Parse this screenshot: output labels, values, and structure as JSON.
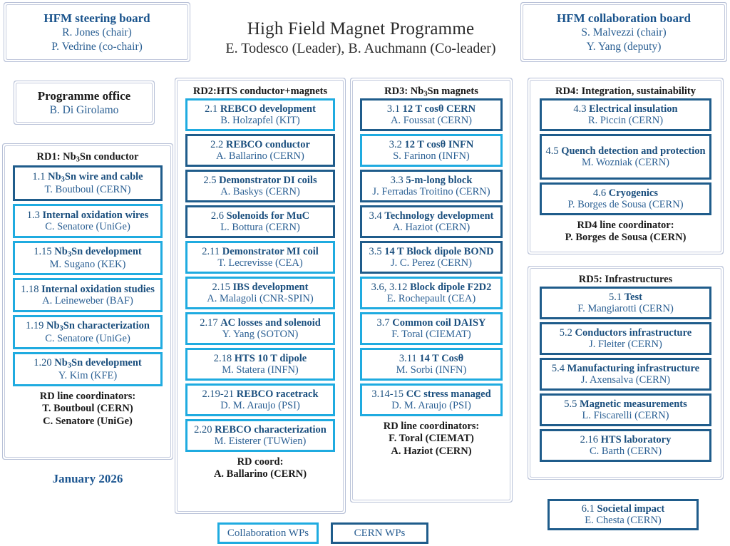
{
  "title": {
    "line1": "High Field Magnet Programme",
    "line2": "E. Todesco (Leader), B. Auchmann (Co-leader)"
  },
  "date_label": "January 2026",
  "steering_board": {
    "heading": "HFM steering board",
    "members": [
      "R. Jones (chair)",
      "P. Vedrine (co-chair)"
    ]
  },
  "collaboration_board": {
    "heading": "HFM collaboration board",
    "members": [
      "S. Malvezzi (chair)",
      "Y. Yang (deputy)"
    ]
  },
  "programme_office": {
    "heading": "Programme office",
    "members": [
      "B. Di Girolamo"
    ]
  },
  "legend": {
    "collaboration": "Collaboration WPs",
    "cern": "CERN WPs"
  },
  "rd1": {
    "header_pre": "RD1: Nb",
    "header_sub": "3",
    "header_post": "Sn conductor",
    "items": [
      {
        "num": "1.1 ",
        "title_pre": "Nb",
        "title_sub": "3",
        "title_post": "Sn wire and cable",
        "person": "T. Boutboul (CERN)",
        "style": "cern"
      },
      {
        "num": "1.3 ",
        "title_pre": "Internal oxidation wires",
        "title_sub": "",
        "title_post": "",
        "person": "C. Senatore (UniGe)",
        "style": "collab"
      },
      {
        "num": "1.15 ",
        "title_pre": "Nb",
        "title_sub": "3",
        "title_post": "Sn development",
        "person": "M. Sugano (KEK)",
        "style": "collab"
      },
      {
        "num": "1.18 ",
        "title_pre": "Internal oxidation studies",
        "title_sub": "",
        "title_post": "",
        "person": "A. Leineweber (BAF)",
        "style": "collab"
      },
      {
        "num": "1.19 ",
        "title_pre": "Nb",
        "title_sub": "3",
        "title_post": "Sn characterization",
        "person": "C. Senatore (UniGe)",
        "style": "collab"
      },
      {
        "num": "1.20 ",
        "title_pre": "Nb",
        "title_sub": "3",
        "title_post": "Sn development",
        "person": "Y. Kim (KFE)",
        "style": "collab"
      }
    ],
    "coordinators": [
      "RD line coordinators:",
      "T. Boutboul (CERN)",
      "C. Senatore (UniGe)"
    ]
  },
  "rd2": {
    "header_pre": "RD2:HTS conductor+magnets",
    "header_sub": "",
    "header_post": "",
    "items": [
      {
        "num": "2.1 ",
        "title_pre": "REBCO development",
        "title_sub": "",
        "title_post": "",
        "person": "B. Holzapfel (KIT)",
        "style": "collab"
      },
      {
        "num": "2.2 ",
        "title_pre": "REBCO conductor",
        "title_sub": "",
        "title_post": "",
        "person": "A. Ballarino (CERN)",
        "style": "cern"
      },
      {
        "num": "2.5 ",
        "title_pre": "Demonstrator DI coils",
        "title_sub": "",
        "title_post": "",
        "person": "A. Baskys (CERN)",
        "style": "cern"
      },
      {
        "num": "2.6 ",
        "title_pre": "Solenoids for MuC",
        "title_sub": "",
        "title_post": "",
        "person": "L. Bottura (CERN)",
        "style": "cern"
      },
      {
        "num": "2.11 ",
        "title_pre": "Demonstrator MI coil",
        "title_sub": "",
        "title_post": "",
        "person": "T. Lecrevisse (CEA)",
        "style": "collab"
      },
      {
        "num": "2.15 ",
        "title_pre": "IBS development",
        "title_sub": "",
        "title_post": "",
        "person": "A. Malagoli (CNR-SPIN)",
        "style": "collab"
      },
      {
        "num": "2.17 ",
        "title_pre": "AC losses and solenoid",
        "title_sub": "",
        "title_post": "",
        "person": "Y. Yang (SOTON)",
        "style": "collab"
      },
      {
        "num": "2.18 ",
        "title_pre": "HTS 10 T dipole",
        "title_sub": "",
        "title_post": "",
        "person": "M. Statera (INFN)",
        "style": "collab"
      },
      {
        "num": "2.19-21 ",
        "title_pre": "REBCO racetrack",
        "title_sub": "",
        "title_post": "",
        "person": "D. M. Araujo (PSI)",
        "style": "collab"
      },
      {
        "num": "2.20 ",
        "title_pre": "REBCO characterization",
        "title_sub": "",
        "title_post": "",
        "person": "M. Eisterer (TUWien)",
        "style": "collab"
      }
    ],
    "coordinators": [
      "RD coord:",
      "A. Ballarino (CERN)"
    ]
  },
  "rd3": {
    "header_pre": "RD3: Nb",
    "header_sub": "3",
    "header_post": "Sn magnets",
    "items": [
      {
        "num": "3.1 ",
        "title_pre": "12 T cosθ CERN",
        "title_sub": "",
        "title_post": "",
        "person": "A. Foussat (CERN)",
        "style": "cern"
      },
      {
        "num": "3.2 ",
        "title_pre": "12 T cosθ INFN",
        "title_sub": "",
        "title_post": "",
        "person": "S. Farinon (INFN)",
        "style": "collab"
      },
      {
        "num": "3.3 ",
        "title_pre": "5-m-long block",
        "title_sub": "",
        "title_post": "",
        "person": "J. Ferradas Troitino (CERN)",
        "style": "cern"
      },
      {
        "num": "3.4 ",
        "title_pre": "Technology development",
        "title_sub": "",
        "title_post": "",
        "person": "A. Haziot (CERN)",
        "style": "cern"
      },
      {
        "num": "3.5 ",
        "title_pre": "14 T Block dipole BOND",
        "title_sub": "",
        "title_post": "",
        "person": "J. C. Perez (CERN)",
        "style": "cern"
      },
      {
        "num": "3.6, 3.12 ",
        "title_pre": "Block dipole F2D2",
        "title_sub": "",
        "title_post": "",
        "person": "E. Rochepault (CEA)",
        "style": "collab"
      },
      {
        "num": "3.7 ",
        "title_pre": "Common coil DAISY",
        "title_sub": "",
        "title_post": "",
        "person": "F. Toral (CIEMAT)",
        "style": "collab"
      },
      {
        "num": "3.11 ",
        "title_pre": "14 T Cosθ",
        "title_sub": "",
        "title_post": "",
        "person": "M. Sorbi (INFN)",
        "style": "collab"
      },
      {
        "num": "3.14-15 ",
        "title_pre": "CC stress managed",
        "title_sub": "",
        "title_post": "",
        "person": "D. M. Araujo (PSI)",
        "style": "collab"
      }
    ],
    "coordinators": [
      "RD line coordinators:",
      "F. Toral (CIEMAT)",
      "A. Haziot (CERN)"
    ]
  },
  "rd4": {
    "header_pre": "RD4: Integration, sustainability",
    "header_sub": "",
    "header_post": "",
    "items": [
      {
        "num": "4.3 ",
        "title_pre": "Electrical insulation",
        "title_sub": "",
        "title_post": "",
        "person": "R. Piccin (CERN)",
        "style": "cern"
      },
      {
        "num": "4.5  ",
        "title_pre": "Quench detection and protection",
        "title_sub": "",
        "title_post": "",
        "person": "M. Wozniak (CERN)",
        "style": "cern"
      },
      {
        "num": "4.6 ",
        "title_pre": "Cryogenics",
        "title_sub": "",
        "title_post": "",
        "person": "P. Borges de Sousa (CERN)",
        "style": "cern"
      }
    ],
    "coordinators": [
      "RD4 line coordinator:",
      "P. Borges de Sousa (CERN)"
    ]
  },
  "rd5": {
    "header_pre": "RD5: Infrastructures",
    "header_sub": "",
    "header_post": "",
    "items": [
      {
        "num": "5.1 ",
        "title_pre": "Test",
        "title_sub": "",
        "title_post": "",
        "person": "F. Mangiarotti (CERN)",
        "style": "cern"
      },
      {
        "num": "5.2 ",
        "title_pre": "Conductors infrastructure",
        "title_sub": "",
        "title_post": "",
        "person": "J. Fleiter (CERN)",
        "style": "cern"
      },
      {
        "num": "5.4 ",
        "title_pre": "Manufacturing infrastructure",
        "title_sub": "",
        "title_post": "",
        "person": "J. Axensalva (CERN)",
        "style": "cern"
      },
      {
        "num": "5.5  ",
        "title_pre": "Magnetic measurements",
        "title_sub": "",
        "title_post": "",
        "person": "L. Fiscarelli (CERN)",
        "style": "cern"
      },
      {
        "num": "2.16 ",
        "title_pre": "HTS laboratory",
        "title_sub": "",
        "title_post": "",
        "person": "C. Barth (CERN)",
        "style": "cern"
      }
    ],
    "coordinators": []
  },
  "societal": {
    "num": "6.1 ",
    "title_pre": "Societal impact",
    "person": "E. Chesta (CERN)",
    "style": "cern"
  },
  "colors": {
    "cern_border": "#1f5c8b",
    "collab_border": "#1fabe0",
    "panel_border": "#b9c2d8",
    "heading_blue": "#19538c",
    "name_blue": "#2a5f93",
    "title_dark": "#2b2b2b"
  }
}
